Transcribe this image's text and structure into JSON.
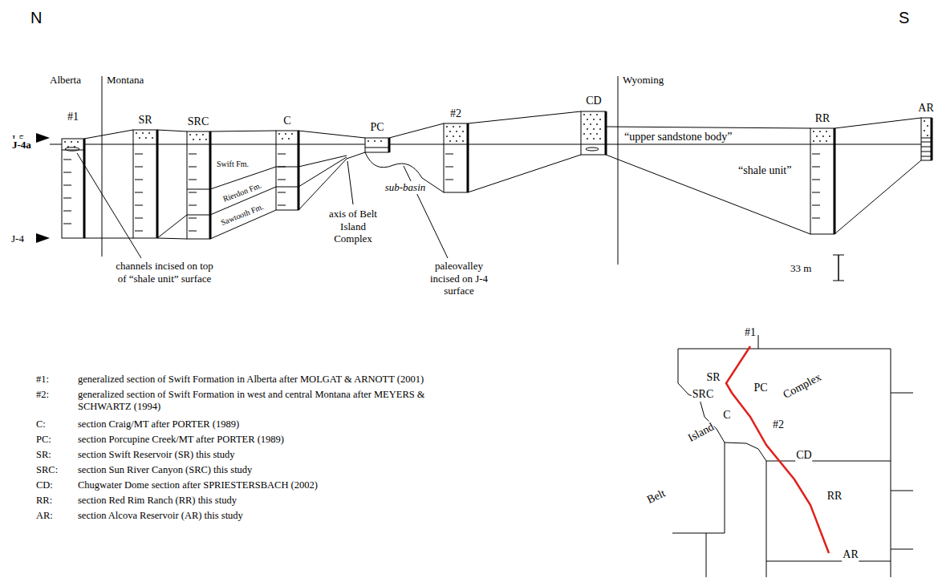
{
  "diagram": {
    "labels": [
      "N",
      "S",
      "Alberta",
      "Montana",
      "Wyoming",
      "#1",
      "SR",
      "SRC",
      "C",
      "PC",
      "#2",
      "CD",
      "RR",
      "AR",
      "J-5",
      "J-4a",
      "J-4",
      "Swift Fm.",
      "Rierdon Fm.",
      "Sawtooth Fm.",
      "“upper sandstone body”",
      "“shale unit”",
      "axis of Belt Island Complex",
      "sub-basin",
      "paleovalley incised on J-4 surface",
      "channels incised on top of “shale unit” surface",
      "33 m",
      "#1:",
      "generalized section of Swift Formation in Alberta after MOLGAT & ARNOTT (2001)",
      "#2:",
      "generalized section of Swift Formation in west and central Montana after MEYERS & SCHWARTZ (1994)",
      "C:",
      "section Craig/MT after PORTER (1989)",
      "PC:",
      "section Porcupine Creek/MT after PORTER (1989)",
      "SR:",
      "section Swift Reservoir (SR) this study",
      "SRC:",
      "section Sun River Canyon (SRC) this study",
      "CD:",
      "Chugwater Dome section after SPRIESTERSBACH (2002)",
      "RR:",
      "section Red Rim Ranch (RR) this study",
      "AR:",
      "section Alcova Reservoir (AR) this study",
      "#1",
      "SR",
      "SRC",
      "C",
      "PC",
      "#2",
      "CD",
      "RR",
      "AR",
      "Belt",
      "Island",
      "Complex"
    ]
  }
}
